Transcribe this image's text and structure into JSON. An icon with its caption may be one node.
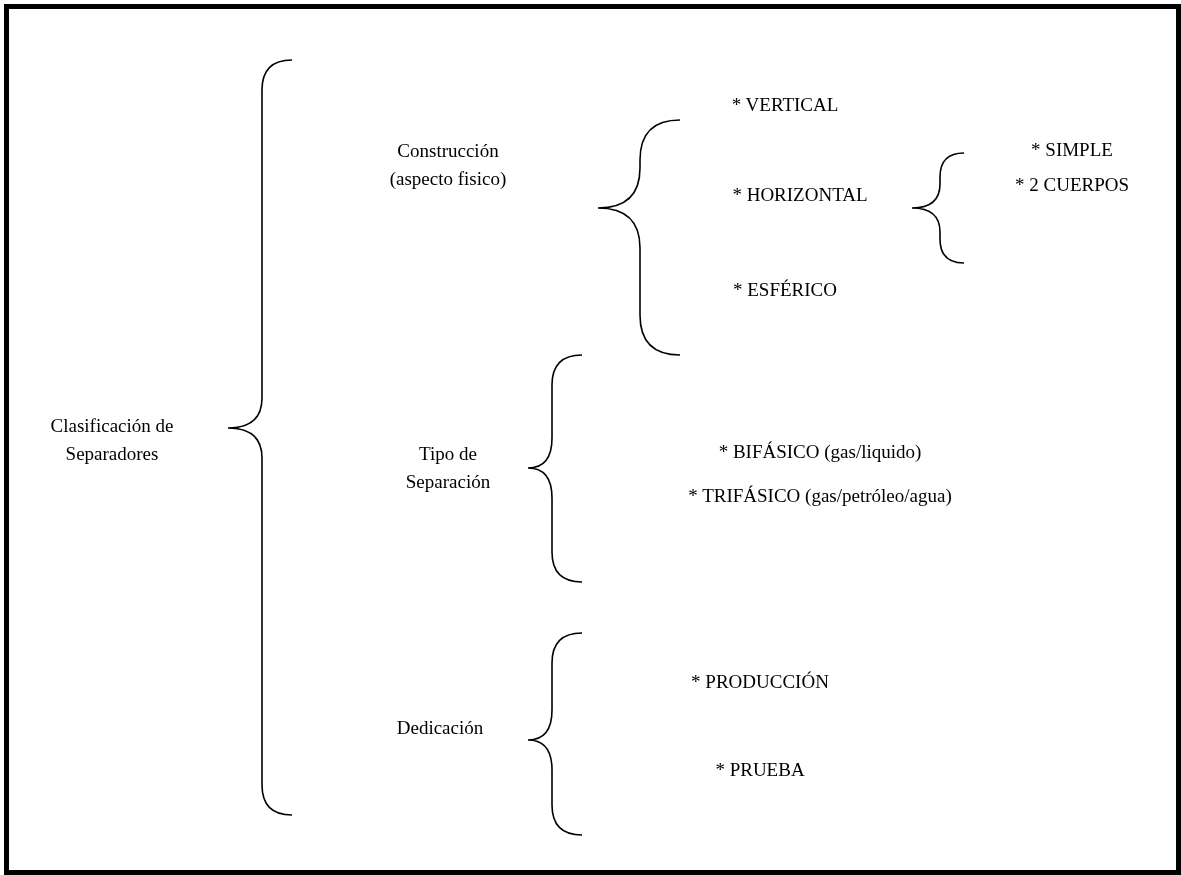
{
  "diagram": {
    "labels": [
      "Clasificación de Separadores",
      "Construcción (aspecto fisico)",
      "* VERTICAL",
      "* HORIZONTAL",
      "* SIMPLE",
      "* 2 CUERPOS",
      "* ESFÉRICO",
      "Tipo de Separación",
      "* BIFÁSICO (gas/liquido)",
      "* TRIFÁSICO (gas/petróleo/agua)",
      "Dedicación",
      "* PRODUCCIÓN",
      "* PRUEBA"
    ]
  }
}
